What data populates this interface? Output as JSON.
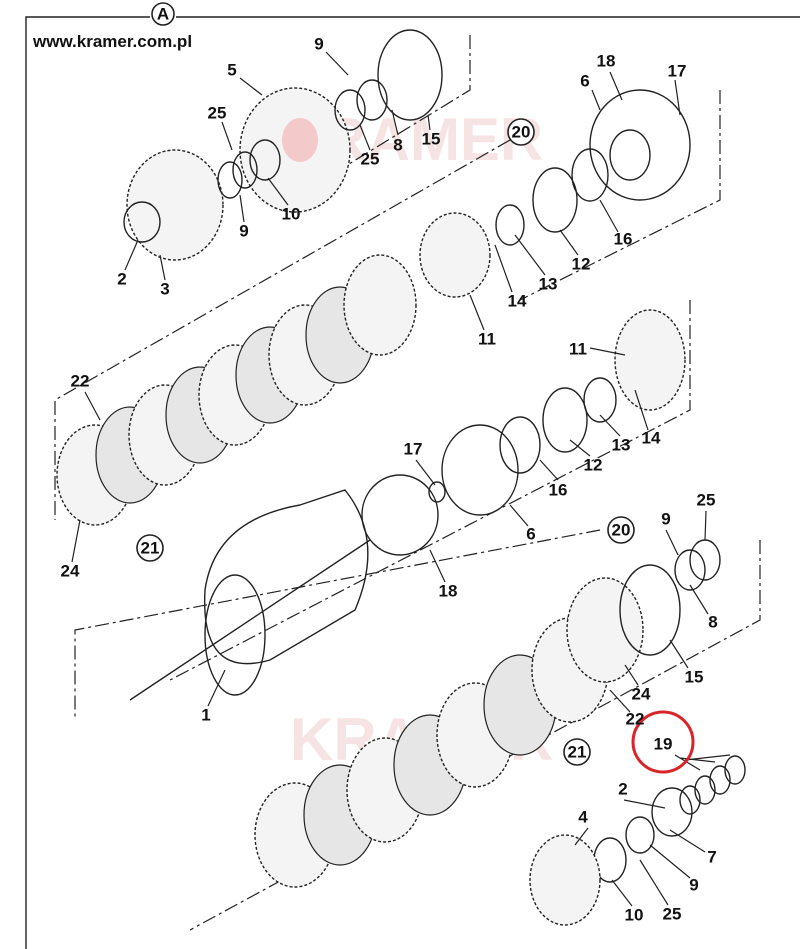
{
  "header": {
    "section_marker": "A",
    "website": "www.kramer.com.pl",
    "watermark": "KRAMER"
  },
  "callouts": [
    "9",
    "5",
    "18",
    "17",
    "6",
    "25",
    "25",
    "8",
    "15",
    "10",
    "9",
    "16",
    "2",
    "3",
    "12",
    "13",
    "14",
    "11",
    "11",
    "22",
    "14",
    "13",
    "17",
    "12",
    "16",
    "6",
    "9",
    "25",
    "24",
    "18",
    "8",
    "15",
    "24",
    "1",
    "22",
    "19",
    "2",
    "4",
    "7",
    "9",
    "25",
    "10"
  ],
  "circled_refs": [
    "20",
    "21",
    "20",
    "21"
  ],
  "highlight": {
    "callout": "19",
    "color": "#d9252a"
  }
}
